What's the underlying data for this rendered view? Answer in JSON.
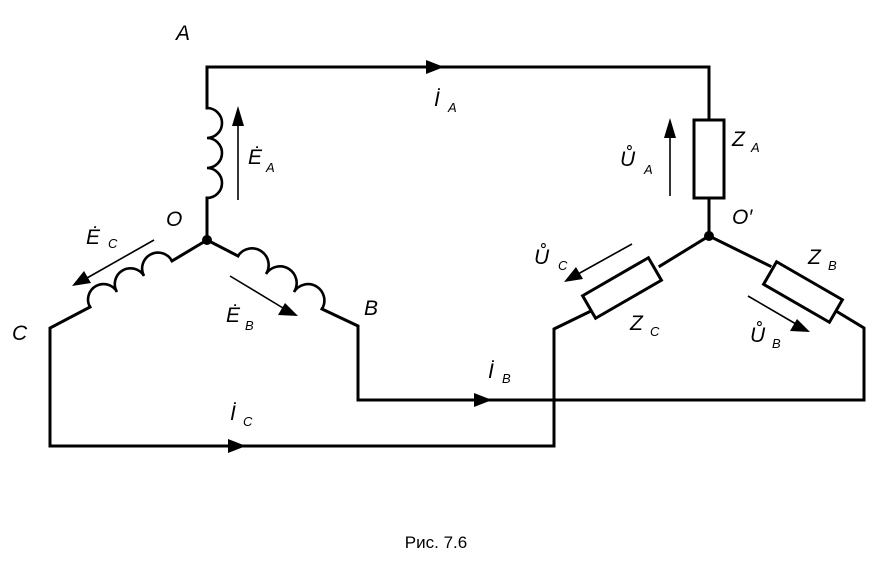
{
  "figure": {
    "caption": "Рис. 7.6",
    "nodes": {
      "A": "A",
      "B": "B",
      "C": "C",
      "O": "O",
      "O_prime": "O′"
    },
    "emf": {
      "EA": {
        "symbol": "Ė",
        "sub": "A"
      },
      "EB": {
        "symbol": "Ė",
        "sub": "B"
      },
      "EC": {
        "symbol": "Ė",
        "sub": "C"
      }
    },
    "currents": {
      "IA": {
        "symbol": "İ",
        "sub": "A"
      },
      "IB": {
        "symbol": "İ",
        "sub": "B"
      },
      "IC": {
        "symbol": "İ",
        "sub": "C"
      }
    },
    "voltages": {
      "UA": {
        "symbol": "Ů",
        "sub": "A"
      },
      "UB": {
        "symbol": "Ů",
        "sub": "B"
      },
      "UC": {
        "symbol": "Ů",
        "sub": "C"
      }
    },
    "impedances": {
      "ZA": {
        "symbol": "Z",
        "sub": "A"
      },
      "ZB": {
        "symbol": "Z",
        "sub": "B"
      },
      "ZC": {
        "symbol": "Z",
        "sub": "C"
      }
    }
  }
}
